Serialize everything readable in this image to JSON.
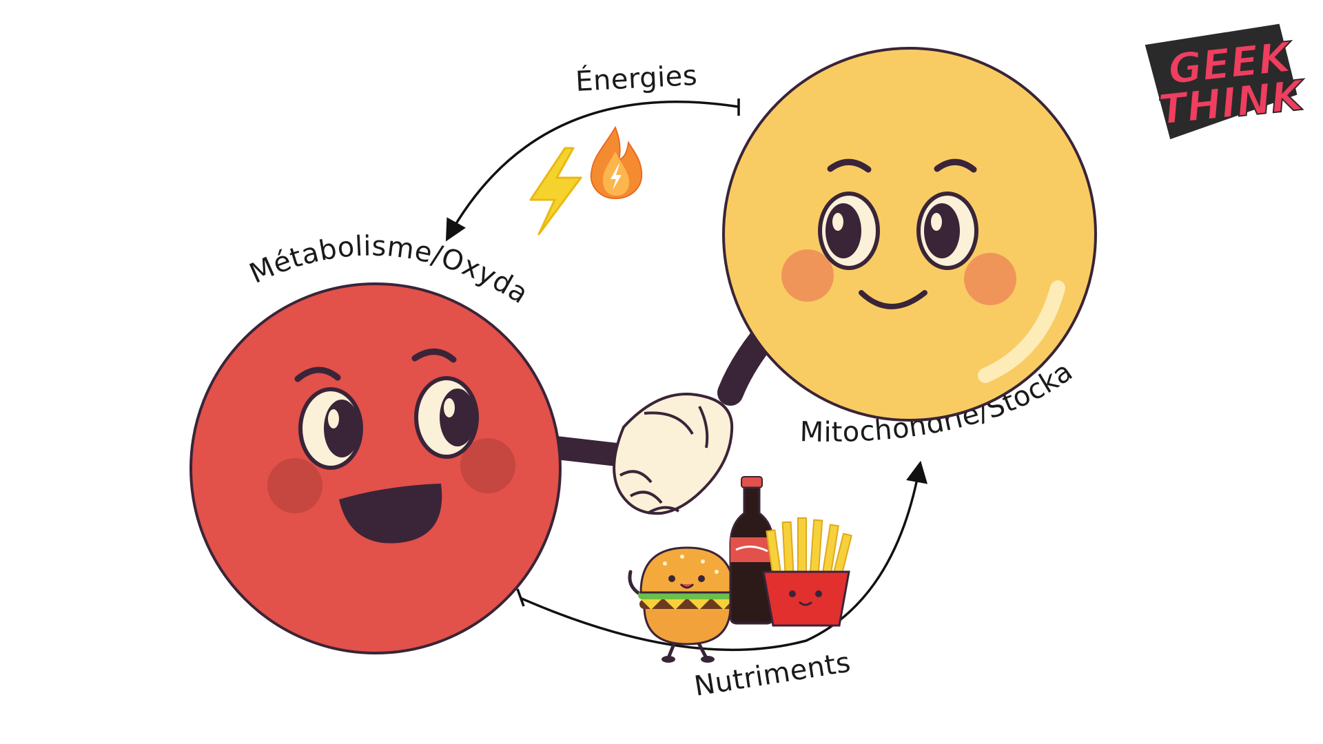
{
  "labels": {
    "energies": "Énergies",
    "metabolisme": "Métabolisme/Oxydation",
    "mitochondrie": "Mitochondrie/Stockage",
    "nutriments": "Nutriments"
  },
  "logo": {
    "line1": "GEEK",
    "line2": "THINK"
  },
  "colors": {
    "red_cell": "#e2514a",
    "yellow_cell": "#f8cc63",
    "outline": "#3a2438",
    "blush_red": "#c64640",
    "blush_yellow": "#f0955a",
    "logo_pink": "#ef3e5f"
  }
}
